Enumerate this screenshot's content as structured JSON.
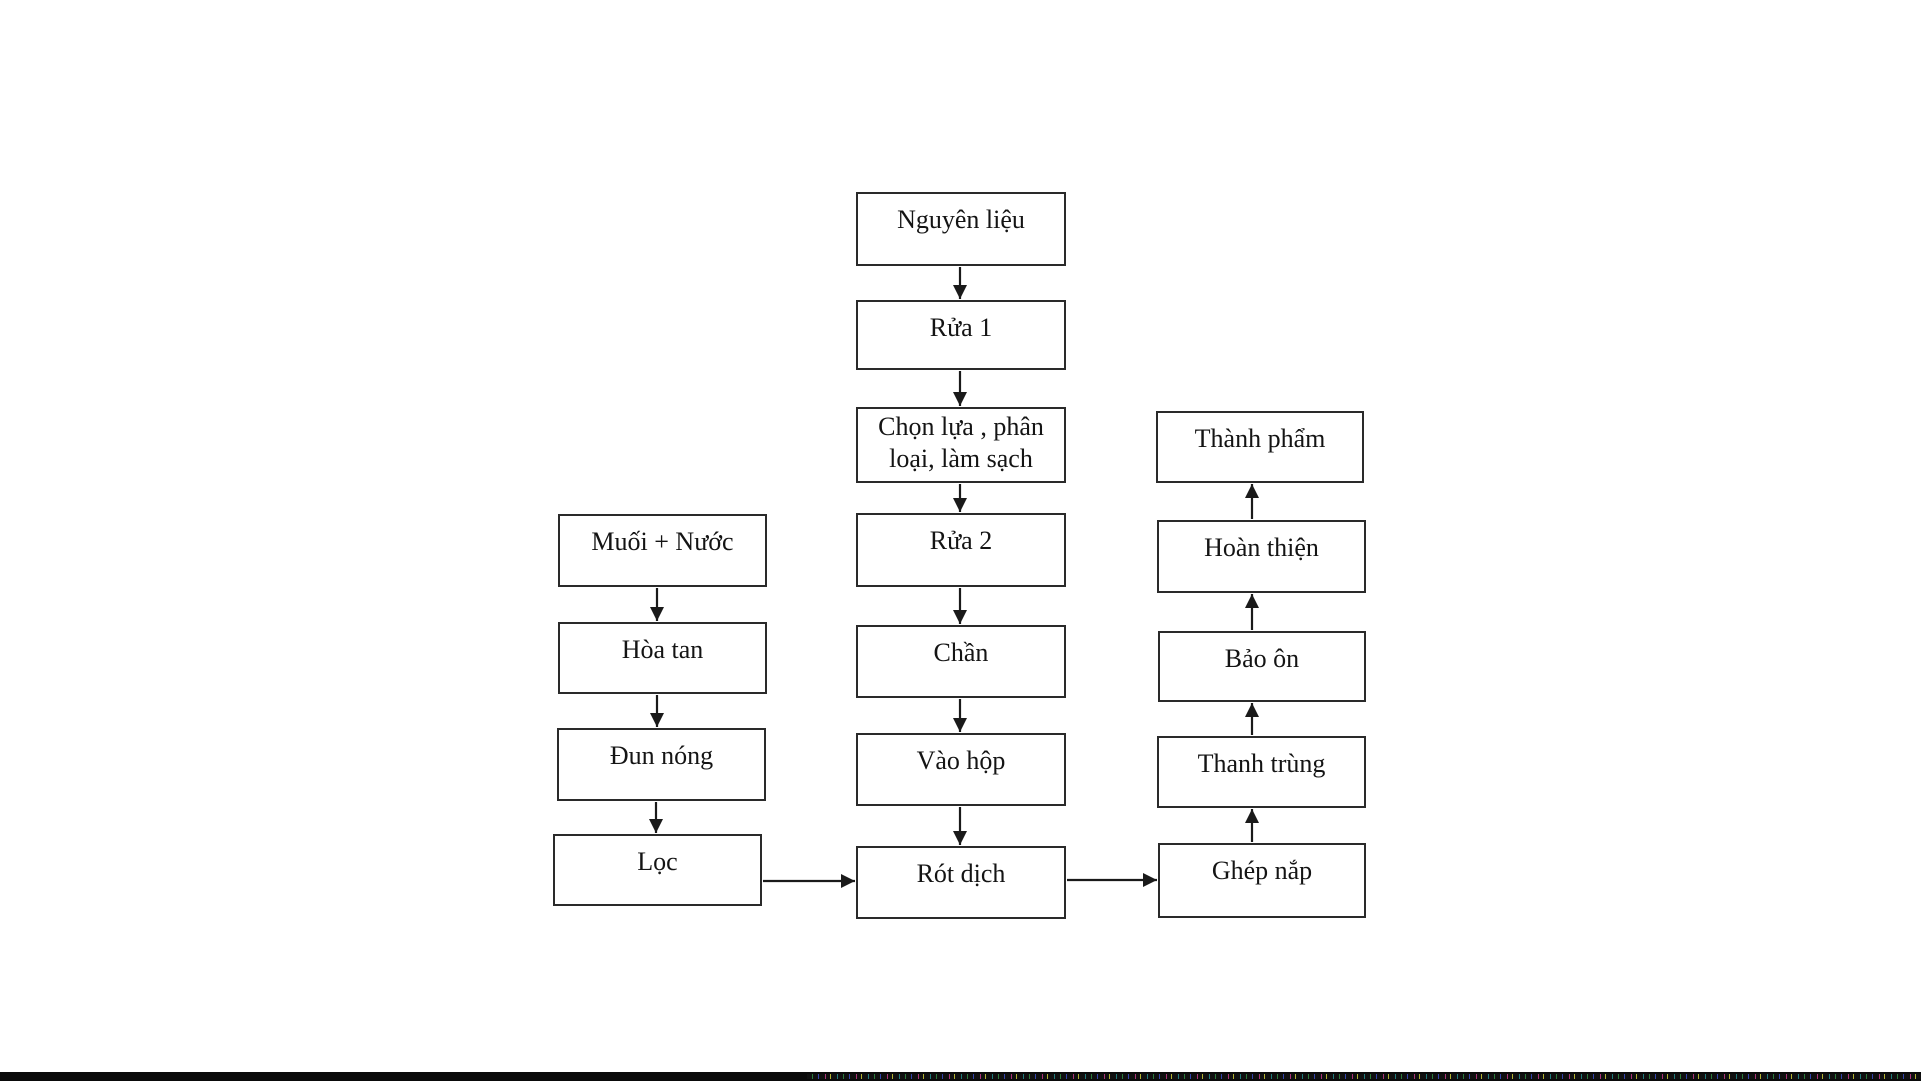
{
  "diagram": {
    "description": "Process flowchart (canning production line)",
    "colors": {
      "background": "#ffffff",
      "box_border": "#2a2a2a",
      "box_fill": "#ffffff",
      "text": "#141414",
      "arrow": "#1a1a1a",
      "bottom_bar": "#0a0a0a"
    },
    "nodes": [
      {
        "id": "nguyen-lieu",
        "label": "Nguyên liệu"
      },
      {
        "id": "rua-1",
        "label": "Rửa 1"
      },
      {
        "id": "chon-lua",
        "label": "Chọn lựa , phân loại, làm sạch"
      },
      {
        "id": "rua-2",
        "label": "Rửa 2"
      },
      {
        "id": "chan",
        "label": "Chần"
      },
      {
        "id": "vao-hop",
        "label": "Vào hộp"
      },
      {
        "id": "rot-dich",
        "label": "Rót dịch"
      },
      {
        "id": "muoi-nuoc",
        "label": "Muối + Nước"
      },
      {
        "id": "hoa-tan",
        "label": "Hòa tan"
      },
      {
        "id": "dun-nong",
        "label": "Đun nóng"
      },
      {
        "id": "loc",
        "label": "Lọc"
      },
      {
        "id": "ghep-nap",
        "label": "Ghép nắp"
      },
      {
        "id": "thanh-trung",
        "label": "Thanh trùng"
      },
      {
        "id": "bao-on",
        "label": "Bảo ôn"
      },
      {
        "id": "hoan-thien",
        "label": "Hoàn thiện"
      },
      {
        "id": "thanh-pham",
        "label": "Thành phẩm"
      }
    ],
    "edges": [
      {
        "from": "nguyen-lieu",
        "to": "rua-1"
      },
      {
        "from": "rua-1",
        "to": "chon-lua"
      },
      {
        "from": "chon-lua",
        "to": "rua-2"
      },
      {
        "from": "rua-2",
        "to": "chan"
      },
      {
        "from": "chan",
        "to": "vao-hop"
      },
      {
        "from": "vao-hop",
        "to": "rot-dich"
      },
      {
        "from": "muoi-nuoc",
        "to": "hoa-tan"
      },
      {
        "from": "hoa-tan",
        "to": "dun-nong"
      },
      {
        "from": "dun-nong",
        "to": "loc"
      },
      {
        "from": "loc",
        "to": "rot-dich"
      },
      {
        "from": "rot-dich",
        "to": "ghep-nap"
      },
      {
        "from": "ghep-nap",
        "to": "thanh-trung"
      },
      {
        "from": "thanh-trung",
        "to": "bao-on"
      },
      {
        "from": "bao-on",
        "to": "hoan-thien"
      },
      {
        "from": "hoan-thien",
        "to": "thanh-pham"
      }
    ]
  }
}
